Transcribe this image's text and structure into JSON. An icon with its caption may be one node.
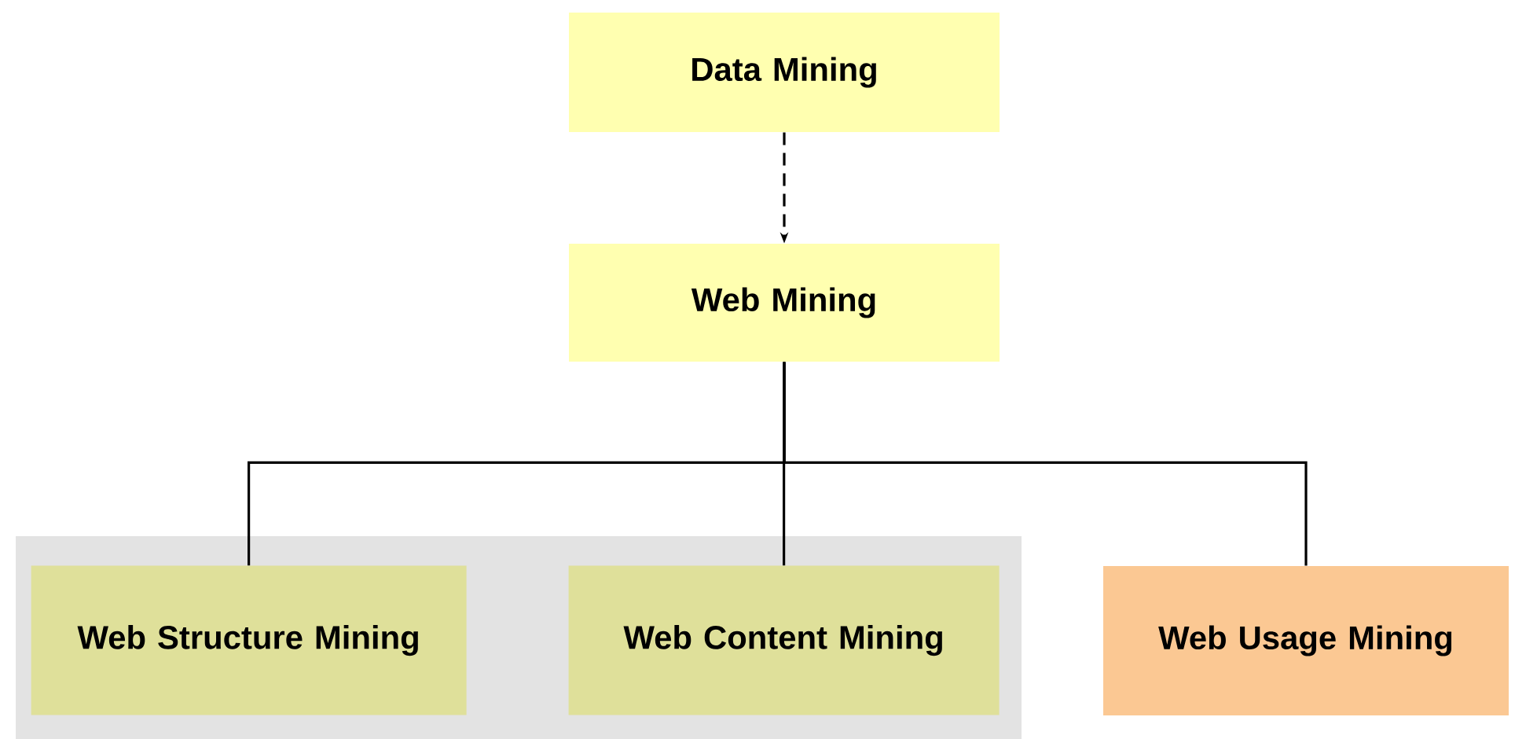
{
  "diagram": {
    "nodes": [
      {
        "text": [
          "Data Mining"
        ]
      },
      {
        "text": [
          "Web Mining"
        ]
      },
      {
        "text": [],
        "shape": "box"
      },
      {
        "text": [
          "Web Structure Mining"
        ],
        "in": 2
      },
      {
        "text": [
          "Web Content Mining"
        ],
        "in": 2
      },
      {
        "text": [
          "Web Usage Mining"
        ]
      }
    ],
    "edges": [
      {
        "from": 0,
        "to": 1,
        "arrow": "to",
        "style": "dashed"
      },
      {
        "from": 1,
        "to": 3,
        "arrow": "none"
      },
      {
        "from": 1,
        "to": 4,
        "arrow": "none"
      },
      {
        "from": 1,
        "to": 5,
        "arrow": "none"
      }
    ]
  }
}
